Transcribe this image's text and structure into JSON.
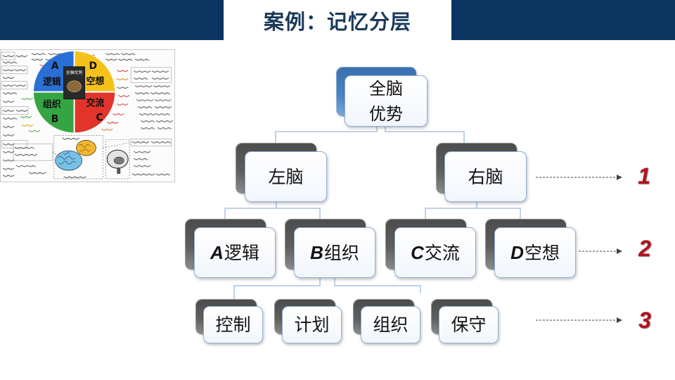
{
  "slide": {
    "title": "案例：记忆分层"
  },
  "mindmap": {
    "center": "全脑优势",
    "quadrants": [
      {
        "letter": "A",
        "label": "逻辑",
        "color": "#2a6fd6"
      },
      {
        "letter": "B",
        "label": "组织",
        "color": "#35a444"
      },
      {
        "letter": "C",
        "label": "交流",
        "color": "#e2342b"
      },
      {
        "letter": "D",
        "label": "空想",
        "color": "#f4c21b"
      }
    ]
  },
  "tree": {
    "root": {
      "line1": "全脑",
      "line2": "优势"
    },
    "level1": [
      {
        "label": "左脑"
      },
      {
        "label": "右脑"
      }
    ],
    "level2": [
      {
        "letter": "A",
        "label": "逻辑"
      },
      {
        "letter": "B",
        "label": "组织"
      },
      {
        "letter": "C",
        "label": "交流"
      },
      {
        "letter": "D",
        "label": "空想"
      }
    ],
    "level3": [
      {
        "label": "控制"
      },
      {
        "label": "计划"
      },
      {
        "label": "组织"
      },
      {
        "label": "保守"
      }
    ]
  },
  "levels": [
    {
      "number": "1"
    },
    {
      "number": "2"
    },
    {
      "number": "3"
    }
  ],
  "colors": {
    "header": "#0c3561",
    "title": "#1b3a5c",
    "level_number": "#b3121c",
    "connector": "#a8c3e3",
    "root_node_back": "#4a82c3",
    "node_back": "#5e5e5e",
    "node_border": "#8fb0da"
  }
}
